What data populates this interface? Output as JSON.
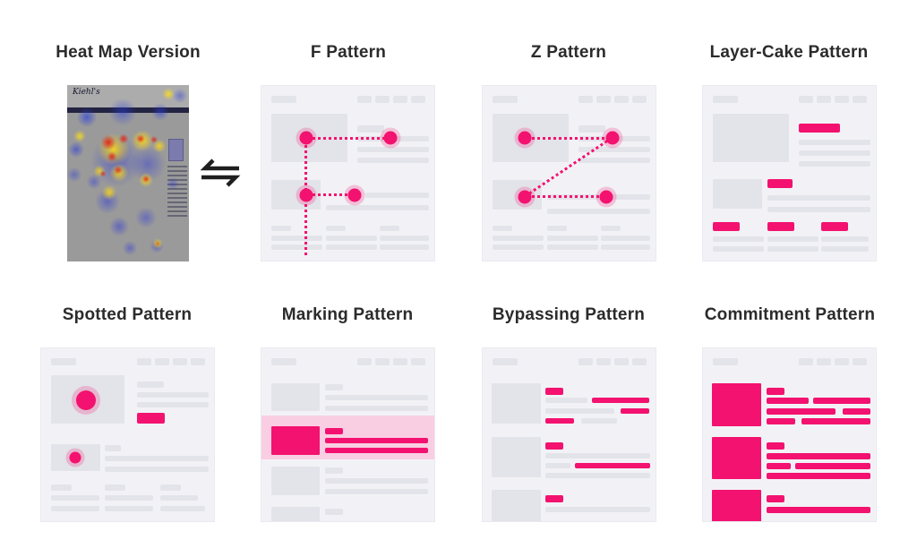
{
  "panels": [
    {
      "id": "heat-map",
      "title": "Heat Map Version",
      "logo_text": "Kiehl's"
    },
    {
      "id": "f-pattern",
      "title": "F Pattern"
    },
    {
      "id": "z-pattern",
      "title": "Z Pattern"
    },
    {
      "id": "layer-cake-pattern",
      "title": "Layer-Cake Pattern"
    },
    {
      "id": "spotted-pattern",
      "title": "Spotted Pattern"
    },
    {
      "id": "marking-pattern",
      "title": "Marking Pattern"
    },
    {
      "id": "bypassing-pattern",
      "title": "Bypassing Pattern"
    },
    {
      "id": "commitment-pattern",
      "title": "Commitment Pattern"
    }
  ],
  "colors": {
    "accent_pink": "#F3126F",
    "dot_ring": "rgba(243,18,111,0.22)",
    "band_pink": "#F9CEE3",
    "card_bg": "#F2F2F6",
    "card_border": "#E9E9F1",
    "wire_gray": "#E3E3EA",
    "title_text": "#2B2B2B",
    "arrow_color": "#1F1F1F",
    "heat_red": "#E02318",
    "heat_yellow": "#F8DC1E",
    "heat_blue": "#2E3BD8",
    "heatmap_page": "#9A9A9A"
  }
}
